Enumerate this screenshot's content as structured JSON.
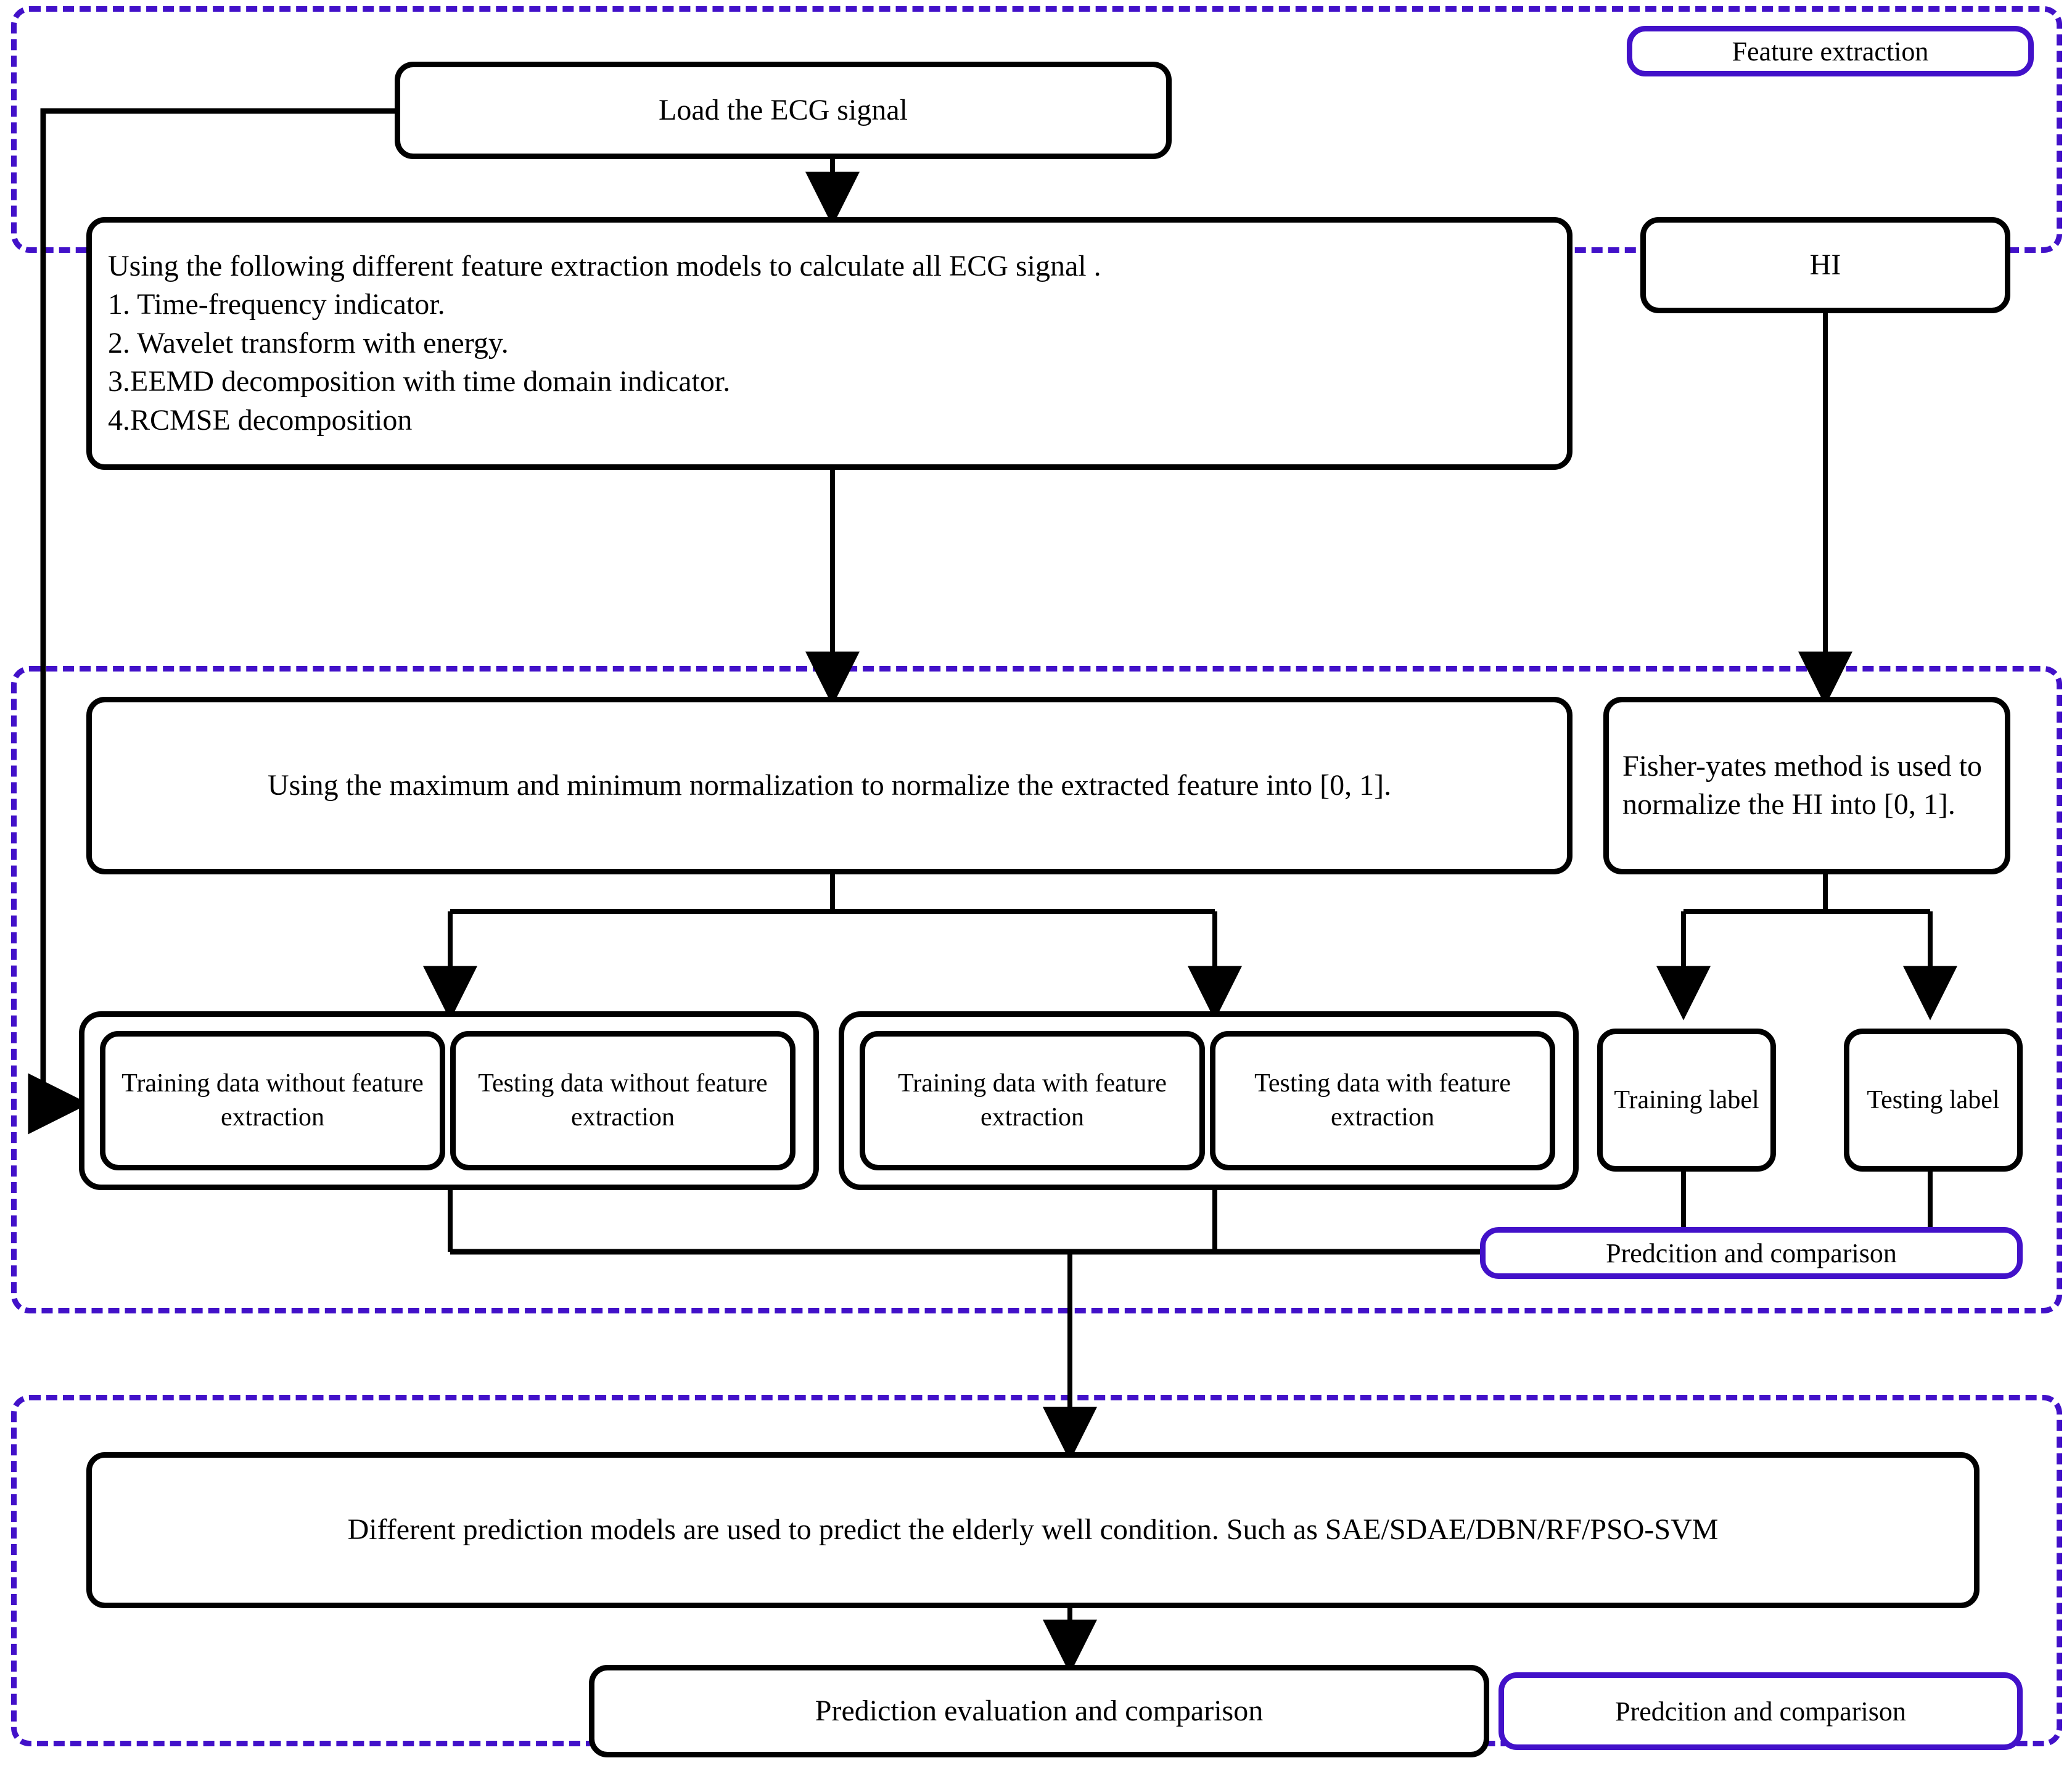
{
  "diagram": {
    "title": "ECG feature extraction and prediction flowchart",
    "accent_purple": "#4211C9",
    "line_color": "#000000",
    "zones": [
      {
        "id": "zone-feature-extraction",
        "label": "Feature extraction"
      },
      {
        "id": "zone-prediction-comparison-middle",
        "label": "Predcition and comparison"
      },
      {
        "id": "zone-prediction-comparison-bottom",
        "label": "Predcition and comparison"
      }
    ],
    "nodes": {
      "load_ecg": "Load the ECG signal",
      "feature_models_intro": "Using the following different  feature extraction models to calculate all ECG signal .",
      "feature_models_list": [
        "1. Time-frequency indicator.",
        "2. Wavelet transform with energy.",
        "3.EEMD decomposition with time domain indicator.",
        "4.RCMSE decomposition"
      ],
      "hi": "HI",
      "minmax_norm": "Using the maximum and minimum normalization to normalize the extracted feature into [0, 1].",
      "fisher_yates": "Fisher-yates method is used to normalize the HI into [0, 1].",
      "train_data_without": "Training data without feature extraction",
      "test_data_without": "Testing data without feature extraction",
      "train_data_with": "Training data with feature extraction",
      "test_data_with": "Testing data with feature extraction",
      "training_label": "Training label",
      "testing_label": "Testing label",
      "prediction_models": "Different prediction models are used to predict the elderly well condition. Such as SAE/SDAE/DBN/RF/PSO-SVM",
      "prediction_eval": "Prediction evaluation and comparison"
    }
  }
}
